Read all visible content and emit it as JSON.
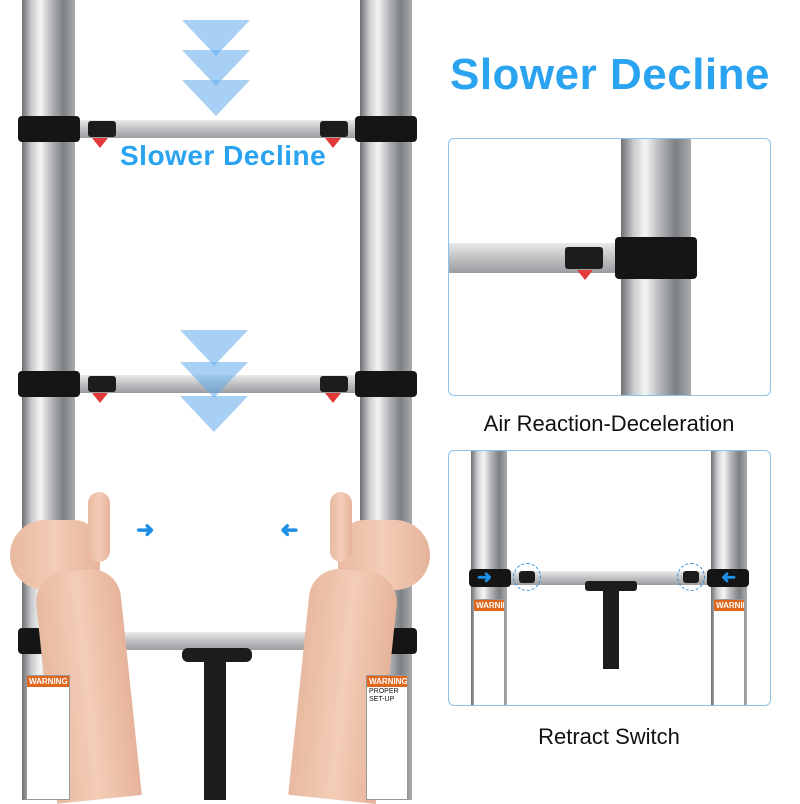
{
  "main": {
    "overlay_label": "Slower Decline",
    "heading": "Slower Decline",
    "panels": [
      {
        "caption": "Air Reaction-Deceleration"
      },
      {
        "caption": "Retract Switch"
      }
    ],
    "warning_label": "WARNING",
    "setup_label": "PROPER SET-UP"
  },
  "colors": {
    "accent": "#2aa3f0",
    "arrow": "#1e8fe6",
    "warning": "#e0661c",
    "stop": "#e23a3a"
  }
}
